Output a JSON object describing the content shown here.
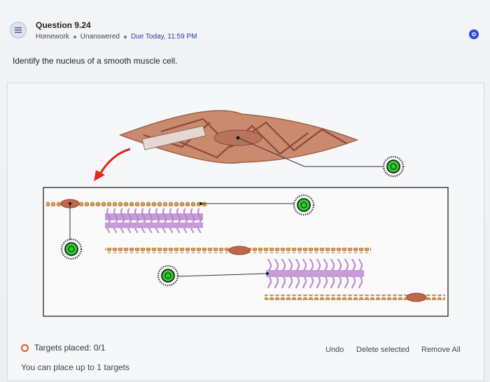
{
  "header": {
    "question_title": "Question 9.24",
    "meta_homework": "Homework",
    "meta_status": "Unanswered",
    "meta_due": "Due Today, 11:59 PM"
  },
  "prompt": "Identify the nucleus of a smooth muscle cell.",
  "colors": {
    "accent_blue": "#2a4fd6",
    "target_green": "#2ecc2e",
    "status_ring": "#e0562b",
    "muscle_cell": "#c98a6e",
    "myosin_purple": "#c79ad8",
    "actin_tan": "#d49a55",
    "nucleus": "#c0674a"
  },
  "icons": {
    "question_icon": "question-list-icon",
    "info_icon": "info-icon",
    "arrow": "red-arrow"
  },
  "status": {
    "targets_placed": "Targets placed: 0/1",
    "place_limit": "You can place up to 1 targets"
  },
  "actions": {
    "undo": "Undo",
    "delete_selected": "Delete selected",
    "remove_all": "Remove All"
  }
}
